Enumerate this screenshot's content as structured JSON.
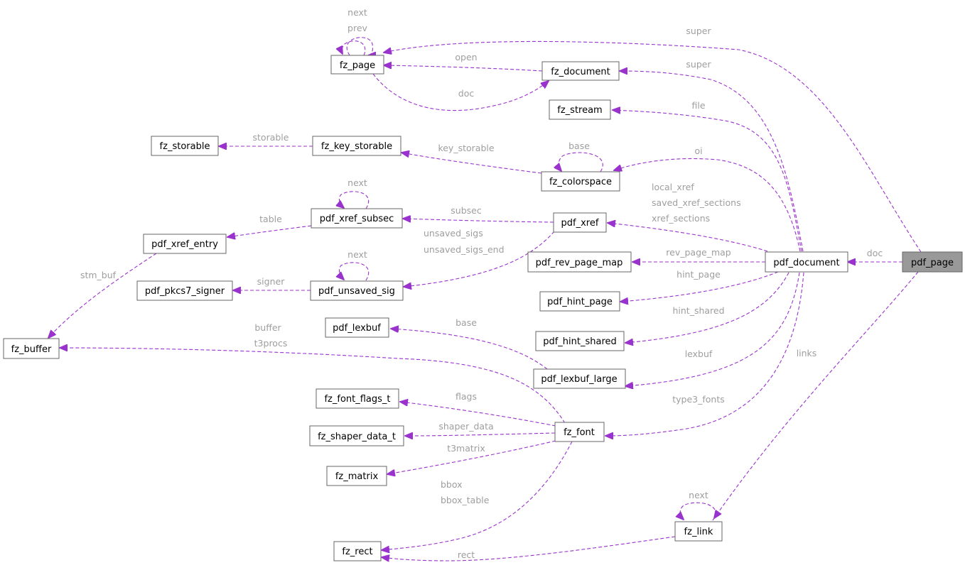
{
  "nodes": {
    "pdf_page": "pdf_page",
    "pdf_document": "pdf_document",
    "fz_page": "fz_page",
    "fz_document": "fz_document",
    "fz_stream": "fz_stream",
    "fz_storable": "fz_storable",
    "fz_key_storable": "fz_key_storable",
    "fz_colorspace": "fz_colorspace",
    "pdf_xref_entry": "pdf_xref_entry",
    "pdf_xref_subsec": "pdf_xref_subsec",
    "pdf_xref": "pdf_xref",
    "pdf_rev_page_map": "pdf_rev_page_map",
    "pdf_pkcs7_signer": "pdf_pkcs7_signer",
    "pdf_unsaved_sig": "pdf_unsaved_sig",
    "pdf_hint_page": "pdf_hint_page",
    "fz_buffer": "fz_buffer",
    "pdf_lexbuf": "pdf_lexbuf",
    "pdf_hint_shared": "pdf_hint_shared",
    "pdf_lexbuf_large": "pdf_lexbuf_large",
    "fz_font_flags_t": "fz_font_flags_t",
    "fz_shaper_data_t": "fz_shaper_data_t",
    "fz_font": "fz_font",
    "fz_matrix": "fz_matrix",
    "fz_link": "fz_link",
    "fz_rect": "fz_rect"
  },
  "labels": {
    "fz_page_next": "next",
    "fz_page_prev": "prev",
    "pdf_page_super": "super",
    "fz_document_open": "open",
    "fz_document_super": "super",
    "fz_page_doc": "doc",
    "fz_stream_file": "file",
    "fz_key_storable_storable": "storable",
    "fz_colorspace_base": "base",
    "fz_colorspace_key_storable": "key_storable",
    "fz_colorspace_oi": "oi",
    "pdf_xref_subsec_next": "next",
    "pdf_xref_local_xref": "local_xref",
    "pdf_xref_saved_xref_sections": "saved_xref_sections",
    "pdf_xref_xref_sections": "xref_sections",
    "pdf_xref_subsec_subsec": "subsec",
    "pdf_xref_entry_table": "table",
    "unsaved_sigs": "unsaved_sigs",
    "unsaved_sigs_end": "unsaved_sigs_end",
    "pdf_unsaved_sig_next": "next",
    "pdf_document_doc": "doc",
    "rev_page_map": "rev_page_map",
    "stm_buf": "stm_buf",
    "signer": "signer",
    "hint_page": "hint_page",
    "hint_shared": "hint_shared",
    "buffer": "buffer",
    "t3procs": "t3procs",
    "lexbuf_base": "base",
    "lexbuf": "lexbuf",
    "links": "links",
    "flags": "flags",
    "type3_fonts": "type3_fonts",
    "shaper_data": "shaper_data",
    "t3matrix": "t3matrix",
    "bbox": "bbox",
    "bbox_table": "bbox_table",
    "fz_link_next": "next",
    "rect": "rect"
  },
  "colors": {
    "edge": "#9a32cd",
    "label": "#9e9e9e",
    "focus_node": "#999999"
  }
}
